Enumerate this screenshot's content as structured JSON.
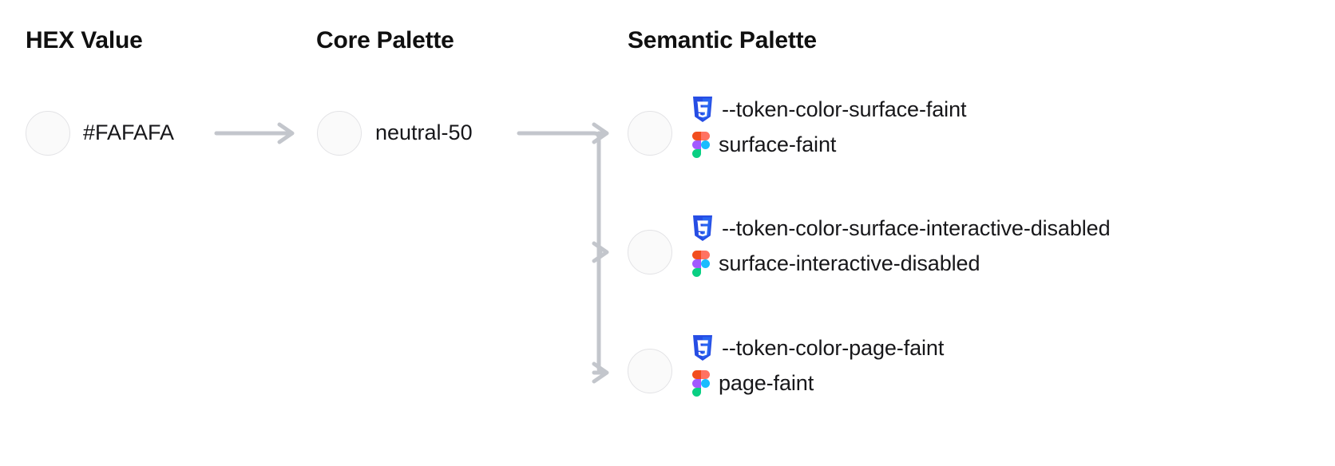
{
  "columns": {
    "hex": {
      "heading": "HEX Value"
    },
    "core": {
      "heading": "Core Palette"
    },
    "semantic": {
      "heading": "Semantic Palette"
    }
  },
  "hex_value": {
    "label": "#FAFAFA",
    "swatch_color": "#FAFAFA"
  },
  "core_value": {
    "label": "neutral-50",
    "swatch_color": "#FAFAFA"
  },
  "semantic_tokens": [
    {
      "swatch_color": "#FAFAFA",
      "css_icon": "css3-icon",
      "css_token": "--token-color-surface-faint",
      "figma_icon": "figma-icon",
      "figma_token": "surface-faint"
    },
    {
      "swatch_color": "#FAFAFA",
      "css_icon": "css3-icon",
      "css_token": "--token-color-surface-interactive-disabled",
      "figma_icon": "figma-icon",
      "figma_token": "surface-interactive-disabled"
    },
    {
      "swatch_color": "#FAFAFA",
      "css_icon": "css3-icon",
      "css_token": "--token-color-page-faint",
      "figma_icon": "figma-icon",
      "figma_token": "page-faint"
    }
  ],
  "colors": {
    "connector": "#C3C6CC",
    "swatch_border": "#E3E3E6",
    "text": "#17171A",
    "heading": "#101010",
    "css_icon_blue": "#264DE4",
    "css_icon_blue_dark": "#2965F1",
    "figma_orange": "#F24E1E",
    "figma_purple": "#A259FF",
    "figma_cyan": "#1ABCFE",
    "figma_green": "#0ACF83"
  }
}
